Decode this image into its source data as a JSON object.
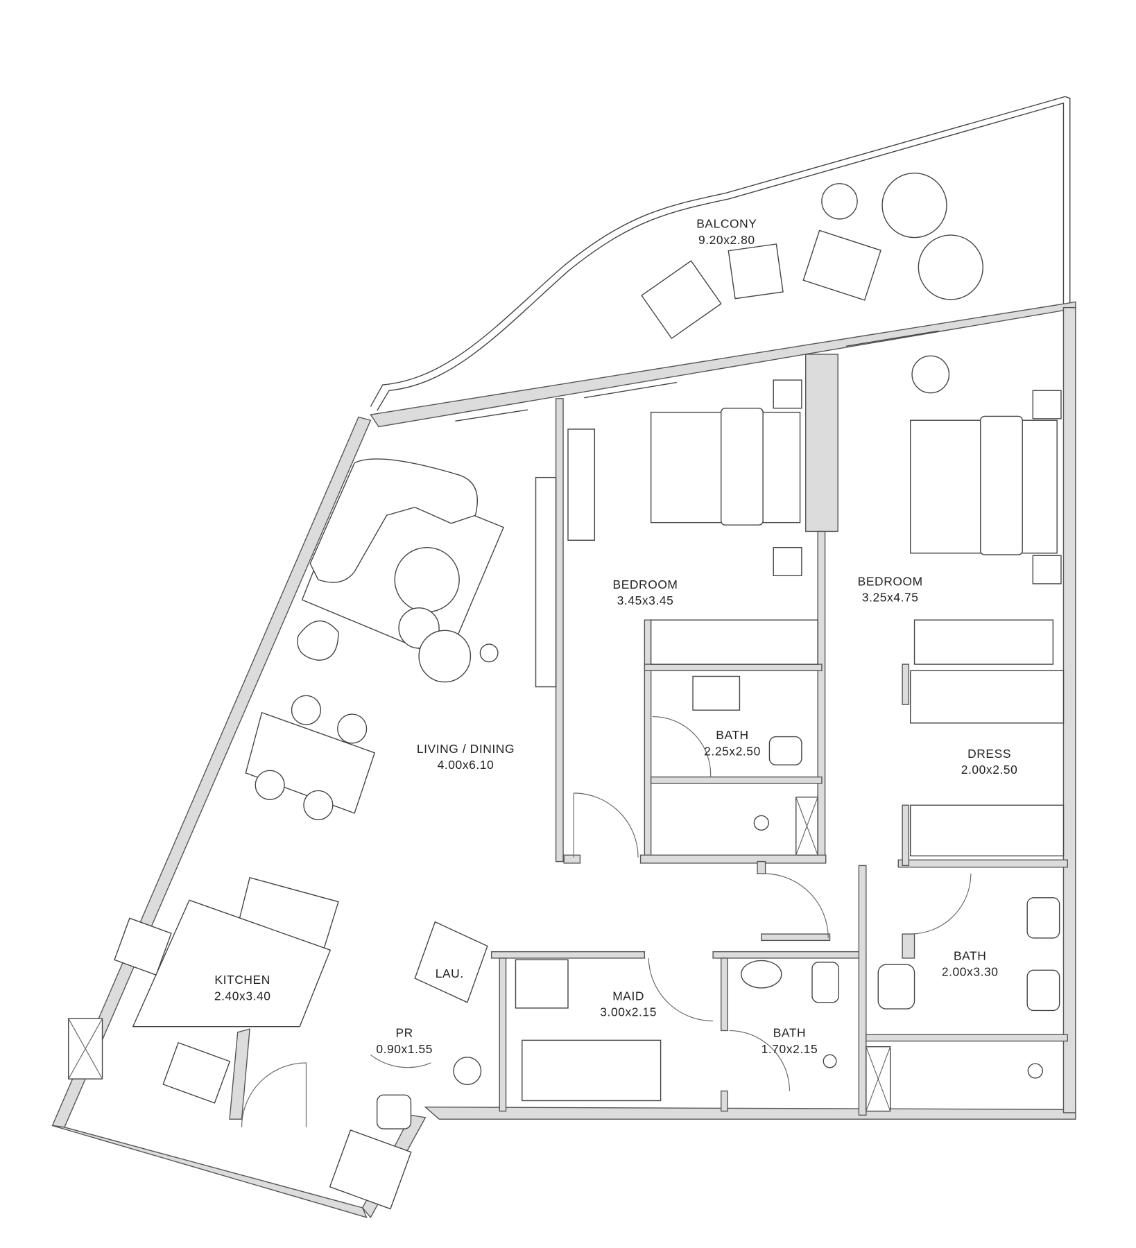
{
  "rooms": [
    {
      "id": "balcony",
      "name": "BALCONY",
      "size": "9.20x2.80"
    },
    {
      "id": "bedroom1",
      "name": "BEDROOM",
      "size": "3.45x3.45"
    },
    {
      "id": "bedroom2",
      "name": "BEDROOM",
      "size": "3.25x4.75"
    },
    {
      "id": "living",
      "name": "LIVING / DINING",
      "size": "4.00x6.10"
    },
    {
      "id": "bath1",
      "name": "BATH",
      "size": "2.25x2.50"
    },
    {
      "id": "dress",
      "name": "DRESS",
      "size": "2.00x2.50"
    },
    {
      "id": "kitchen",
      "name": "KITCHEN",
      "size": "2.40x3.40"
    },
    {
      "id": "laundry",
      "name": "LAU.",
      "size": ""
    },
    {
      "id": "maid",
      "name": "MAID",
      "size": "3.00x2.15"
    },
    {
      "id": "bath2",
      "name": "BATH",
      "size": "2.00x3.30"
    },
    {
      "id": "pr",
      "name": "PR",
      "size": "0.90x1.55"
    },
    {
      "id": "bath3",
      "name": "BATH",
      "size": "1.70x2.15"
    }
  ]
}
